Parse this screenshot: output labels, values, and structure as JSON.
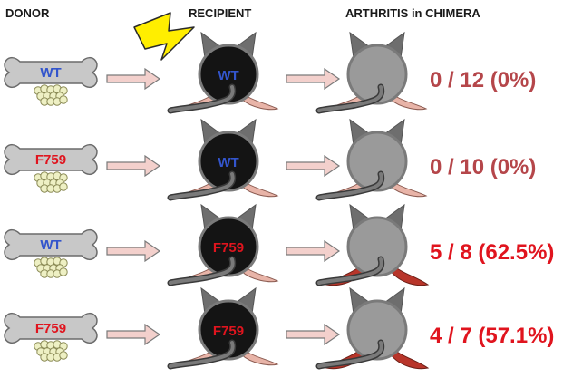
{
  "headers": {
    "donor": "DONOR",
    "recipient": "RECIPIENT",
    "arthritis": "ARTHRITIS in CHIMERA"
  },
  "rows": [
    {
      "donor": "WT",
      "recipient": "WT",
      "result": "0 / 12 (0%)",
      "arthritis": false,
      "irradiated": true
    },
    {
      "donor": "F759",
      "recipient": "WT",
      "result": "0 / 10 (0%)",
      "arthritis": false,
      "irradiated": false
    },
    {
      "donor": "WT",
      "recipient": "F759",
      "result": "5 / 8 (62.5%)",
      "arthritis": true,
      "irradiated": false
    },
    {
      "donor": "F759",
      "recipient": "F759",
      "result": "4 / 7 (57.1%)",
      "arthritis": true,
      "irradiated": false
    }
  ],
  "colors": {
    "wt_label": "#3355cc",
    "f759_label": "#e0141e",
    "result_negative": "#b5464a",
    "result_positive": "#e0141e",
    "bone_fill": "#c8c8c8",
    "marrow_cells": "#eef0c4",
    "recipient_body": "#141414",
    "chimera_body": "#9a9a9a",
    "arrow_fill": "#f3d0cc",
    "paw_normal": "#e8b4a8",
    "paw_swollen": "#b8352a",
    "lightning": "#ffee00"
  }
}
